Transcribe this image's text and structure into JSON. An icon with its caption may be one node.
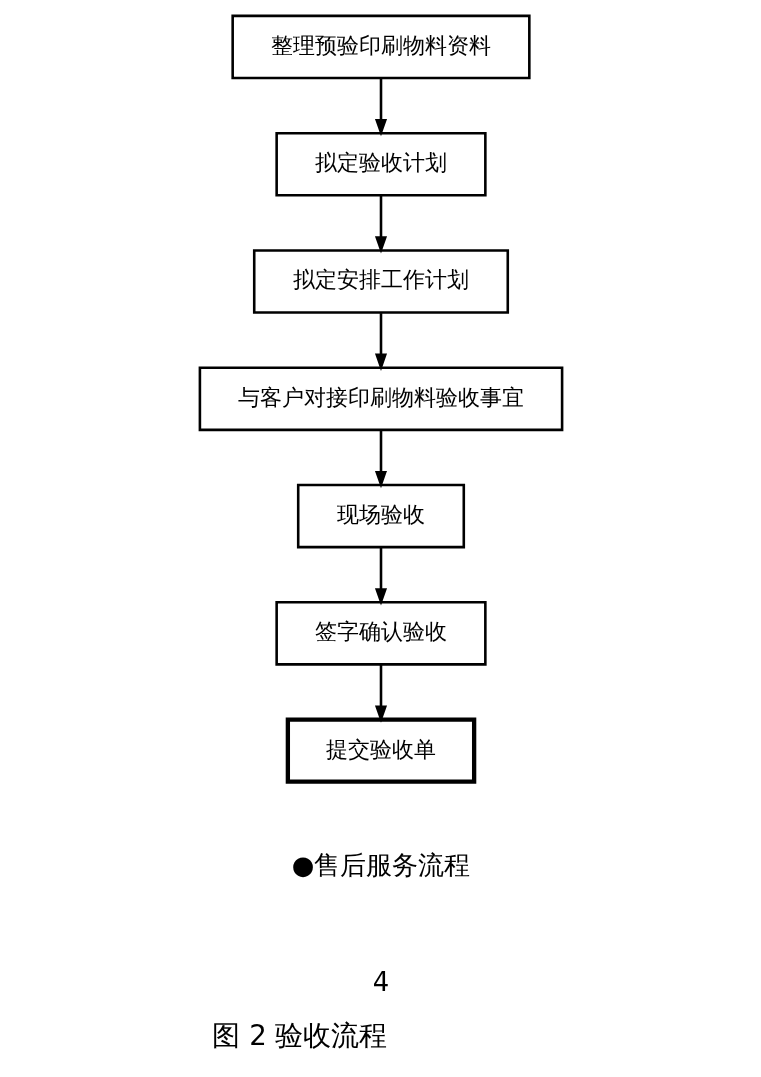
{
  "diagram": {
    "caption": "图 2 验收流程",
    "nodes": [
      {
        "text": [
          "整理预验印刷物料资料"
        ]
      },
      {
        "text": [
          "拟定验收计划"
        ]
      },
      {
        "text": [
          "拟定安排工作计划"
        ]
      },
      {
        "text": [
          "与客户对接印刷物料验收事宜"
        ]
      },
      {
        "text": [
          "现场验收"
        ]
      },
      {
        "text": [
          "签字确认验收"
        ]
      },
      {
        "text": [
          "提交验收单"
        ]
      }
    ],
    "edges": [
      {
        "from": 0,
        "to": 1,
        "arrow": "to"
      },
      {
        "from": 1,
        "to": 2,
        "arrow": "to"
      },
      {
        "from": 2,
        "to": 3,
        "arrow": "to"
      },
      {
        "from": 3,
        "to": 4,
        "arrow": "to"
      },
      {
        "from": 4,
        "to": 5,
        "arrow": "to"
      },
      {
        "from": 5,
        "to": 6,
        "arrow": "to"
      }
    ],
    "labels": [
      "●售后服务流程",
      "4"
    ]
  }
}
